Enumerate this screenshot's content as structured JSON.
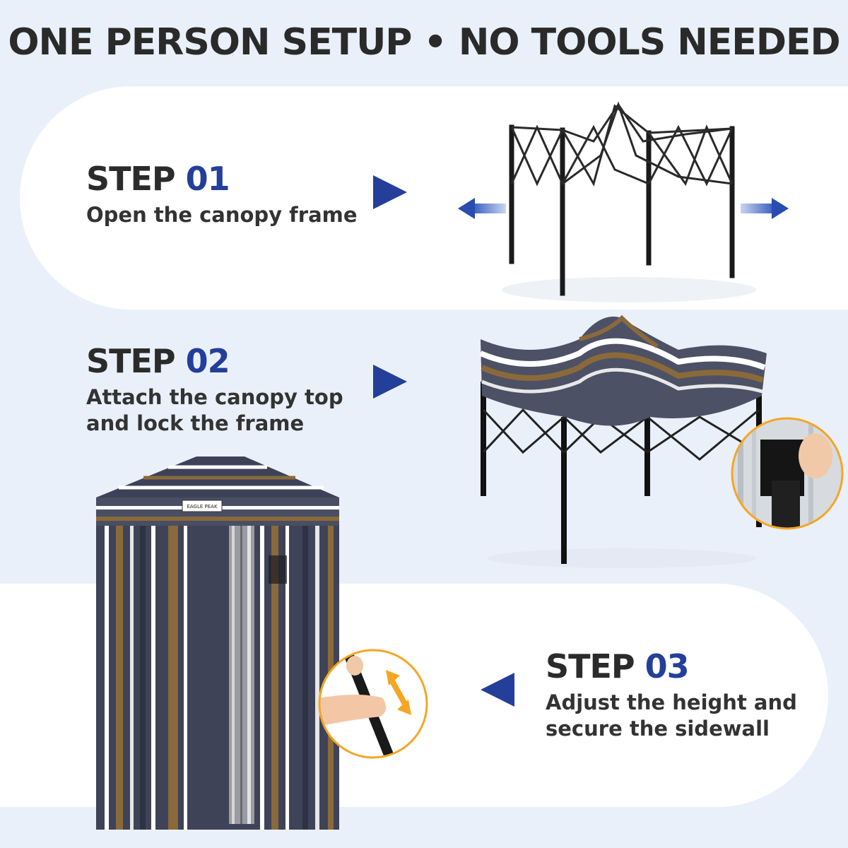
{
  "header": {
    "title": "ONE PERSON SETUP • NO TOOLS NEEDED"
  },
  "steps": [
    {
      "label": "STEP",
      "number": "01",
      "desc_line1": "Open the canopy frame",
      "desc_line2": ""
    },
    {
      "label": "STEP",
      "number": "02",
      "desc_line1": "Attach the canopy top",
      "desc_line2": "and lock the frame"
    },
    {
      "label": "STEP",
      "number": "03",
      "desc_line1": "Adjust the height and",
      "desc_line2": "secure the sidewall"
    }
  ],
  "brand_tag": "EAGLE PEAK",
  "colors": {
    "accent": "#233f9a",
    "background": "#eaf0fa",
    "panel": "#ffffff",
    "arrow_orange": "#f5a623"
  },
  "icons": [
    "play-arrow-right-icon",
    "play-arrow-left-icon",
    "expand-arrow-left-icon",
    "expand-arrow-right-icon",
    "height-adjust-arrow-icon"
  ]
}
